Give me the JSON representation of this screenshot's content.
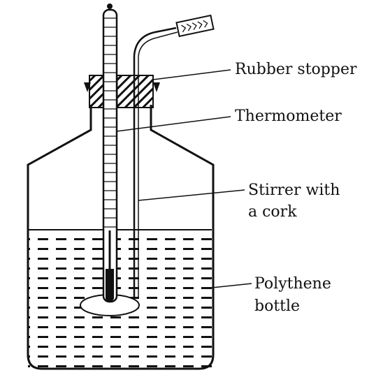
{
  "labels": {
    "rubber_stopper": "Rubber stopper",
    "thermometer": "Thermometer",
    "stirrer_line1": "Stirrer with",
    "stirrer_line2": "a cork",
    "bottle_line1": "Polythene",
    "bottle_line2": "bottle"
  },
  "colors": {
    "ink": "#111111",
    "background": "#ffffff"
  }
}
